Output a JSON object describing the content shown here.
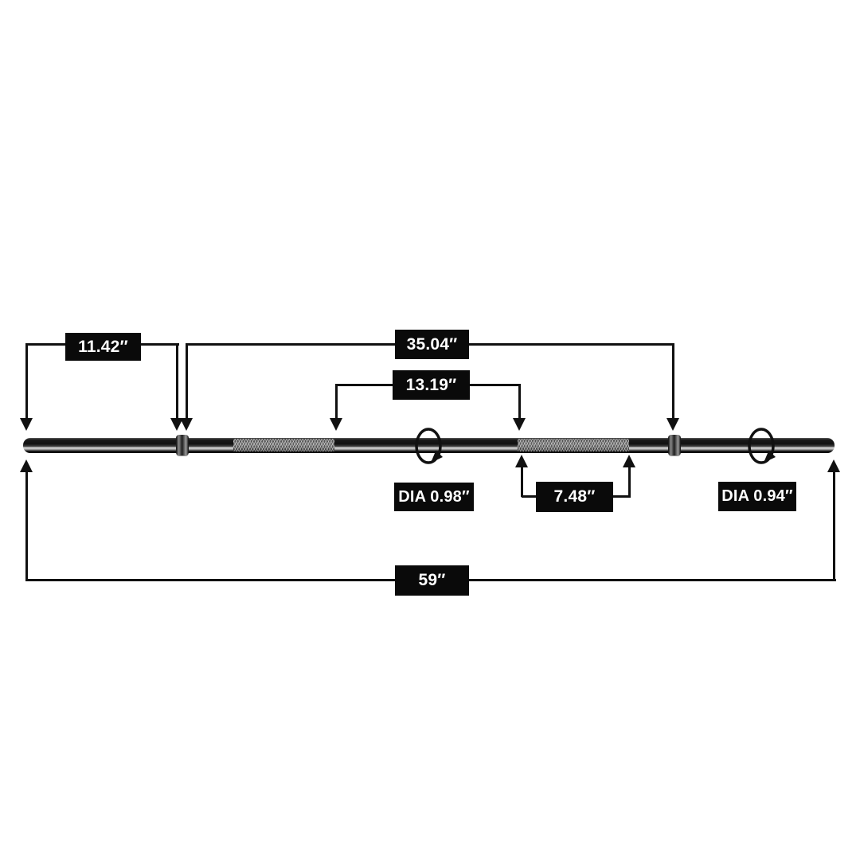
{
  "diagram": {
    "type": "technical-dimension-diagram",
    "subject": "barbell bar with dimension callouts",
    "background": "#ffffff",
    "ink_color": "#111111",
    "label_box_bg": "#0a0a0a",
    "label_text_color": "#ffffff",
    "labels": {
      "sleeve_left": "11.42″",
      "shaft_span": "35.04″",
      "knurl_span": "13.19″",
      "dia_shaft": "DIA 0.98″",
      "grip_span": "7.48″",
      "dia_sleeve": "DIA 0.94″",
      "total_length": "59″"
    }
  }
}
